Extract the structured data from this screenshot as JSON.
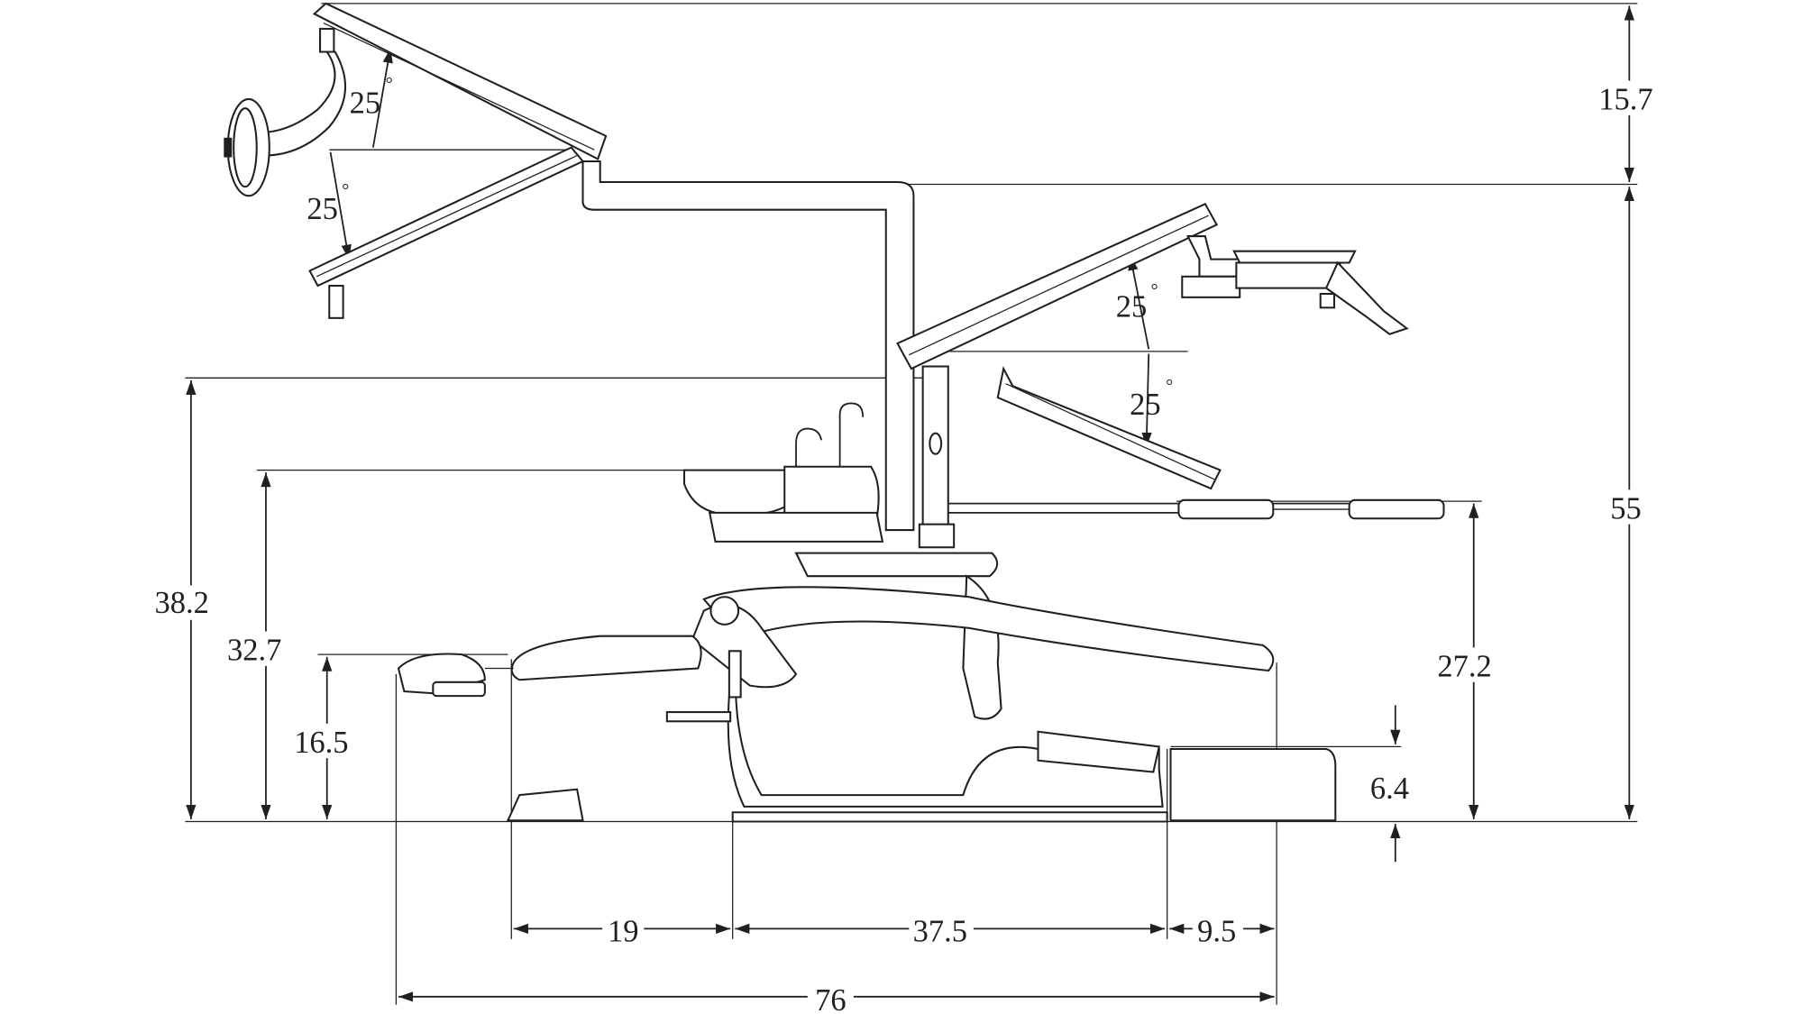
{
  "title": "Dental unit side elevation dimensions",
  "colors": {
    "line": "#231f20",
    "background": "#ffffff"
  },
  "dimensions": {
    "light_arm_rise": "15.7",
    "overall_height": "55",
    "post_height": "38.2",
    "cuspidor_height": "32.7",
    "headrest_height": "16.5",
    "instrument_holder_height": "27.2",
    "base_height": "6.4",
    "headrest_to_base": "19",
    "base_length": "37.5",
    "foot_length": "9.5",
    "overall_length": "76"
  },
  "angles": {
    "light_arm_up": "25",
    "light_arm_down": "25",
    "tray_arm_up": "25",
    "tray_arm_down": "25",
    "degree_symbol": "°"
  }
}
